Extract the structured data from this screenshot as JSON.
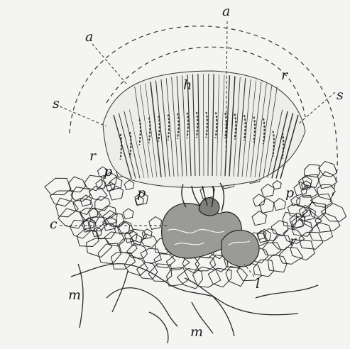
{
  "figure": {
    "ink_color": "#222222",
    "paper_color": "#f4f4f2",
    "labels": {
      "a_left": "a",
      "a_top": "a",
      "h": "h",
      "r_top": "r",
      "r_left": "r",
      "r_right": "r",
      "s_left": "s",
      "s_right": "s",
      "p_left": "p",
      "p_center": "p",
      "p_right": "p",
      "c": "c",
      "l": "l",
      "m_left": "m",
      "m_bottom": "m"
    }
  }
}
